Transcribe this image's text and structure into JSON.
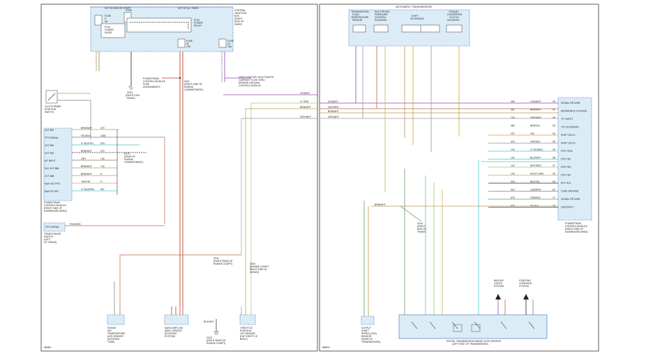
{
  "left": {
    "junction_block": "HOT IN RUN OR START",
    "junction_block_hot": "HOT AT ALL TIMES",
    "junction_label": [
      "CENTRAL",
      "JUNCTION",
      "BOX",
      "(RIGHT",
      "SIDE OF",
      "DASH)"
    ],
    "fuse1": [
      "FUSE",
      "9",
      "5A"
    ],
    "fuse2": [
      "FUSE",
      "9",
      "10A"
    ],
    "fuse3": [
      "FUSE",
      "32",
      "10A"
    ],
    "fuse4": [
      "FUSE",
      "43",
      "15A"
    ],
    "pcm_power_relay": [
      "PCM",
      "POWER",
      "RELAY"
    ],
    "pcm_power_diode": [
      "PCM",
      "POWER",
      "DIODE"
    ],
    "powertrain_note": [
      "POWERTRAIN",
      "CONTROL MODULE",
      "FUSE",
      "ASSIGNMENTS"
    ],
    "g201": [
      "G201",
      "(RIGHT KICK",
      "PANEL)"
    ],
    "splice_s101": [
      "S101",
      "(RIGHT SIDE OF",
      "ENGINE",
      "COMPARTMENT)"
    ],
    "vwht_note": [
      "VIEW COM FOR VIOLET/WHITE",
      "CURRENT FLOW THRU",
      "SENSOR GROUND",
      "CONTROL MODULE"
    ],
    "splice_s155": [
      "S155",
      "(REAR OF",
      "INTAKE",
      "MANIFOLD)"
    ],
    "clutch_switch": [
      "CLUTCH/PARK",
      "POSITION",
      "SWITCH"
    ],
    "pcm_label": [
      "POWERTRAIN",
      "CONTROL MODULE",
      "(RIGHT SIDE OF",
      "DASHBOARD AREA)"
    ],
    "pcm_pins": [
      {
        "name": "CKT 800",
        "wire": "BRN/WHT",
        "ckt": "370"
      },
      {
        "name": "TFT SENSOR",
        "wire": "YEL/BLK",
        "ckt": "1454"
      },
      {
        "name": "CKT 800",
        "wire": "LT BLU/YEL",
        "ckt": "923"
      },
      {
        "name": "CKT 800",
        "wire": "BRN/WHT",
        "ckt": "370"
      },
      {
        "name": "MT INPUT",
        "wire": "GRY",
        "ckt": "744"
      },
      {
        "name": "DIO CKT 888",
        "wire": "BRN/WHT",
        "ckt": "744"
      },
      {
        "name": "CKT 888",
        "wire": "BRN/WHT",
        "ckt": "5"
      },
      {
        "name": "MAP SIG PPS",
        "wire": "TAN/YEL",
        "ckt": "5"
      },
      {
        "name": "MAP FILTER",
        "wire": "LT BLU/RED",
        "ckt": "967"
      }
    ],
    "tps_label": "TPS SIGNAL",
    "tps_wire": "PNK/ORG",
    "trans_range": [
      "TRANS RANGE",
      "SWITCH",
      "(LEFT",
      "OF TRANS)"
    ],
    "splice_s241": [
      "S241",
      "(RIGHT REAR OF",
      "ENGINE COMPT)"
    ],
    "splice_s250": [
      "S250",
      "(ENGINE COMPT,",
      "RIGHT SIDE OF",
      "INTAKE)"
    ],
    "splice_s170": [
      "S170",
      "(REAR OF",
      "ENGINE",
      "COMPARTMENT)"
    ],
    "wire_labels_right": [
      "VIO/WHT",
      "LT GRN",
      "BRN/WHT",
      "GRY/WHT"
    ],
    "sensor_iat": [
      "INTAKE",
      "AIR",
      "TEMPERATURE",
      "(IAT) SENSOR",
      "(IN INTAKE",
      "TUBE)"
    ],
    "sensor_map": [
      "MASS AIRFLOW",
      "(MAF) SENSOR",
      "(IN INTAKE",
      "SYSTEM)"
    ],
    "sensor_tp": [
      "THROTTLE",
      "POSITION",
      "(TP) SENSOR",
      "(ON THROTTLE",
      "BODY)"
    ],
    "blk_wht": "BLK/WHT",
    "g102": [
      "G102",
      "(RIGHT REAR OF",
      "ENGINE COMPT)"
    ],
    "page_id": "5E6BS"
  },
  "right": {
    "title": "AUTOMATIC TRANSMISSION",
    "components": [
      [
        "TRANSMISSION",
        "FLUID",
        "TEMPERATURE",
        "SENSOR"
      ],
      [
        "ELECTRONIC",
        "PRESSURE",
        "CONTROL",
        "SOLENOID"
      ],
      [
        "SHIFT",
        "SOLENOIDS"
      ],
      [
        "TORQUE",
        "CONVERTER",
        "CLUTCH",
        "SOLENOID"
      ]
    ],
    "left_wires": [
      "VIO/WHT",
      "GRY/RED",
      "BRN/WHT",
      "GRY/WHT"
    ],
    "pcm_pins": [
      {
        "wire": "LGN/WHT",
        "ckt": "359",
        "pin": "90",
        "label": "SIGNAL RETURN"
      },
      {
        "wire": "BRN/WHT",
        "ckt": "351",
        "pin": "91",
        "label": "REFERENCE VOLTAGE"
      },
      {
        "wire": "GRY/WHT",
        "ckt": "743",
        "pin": "49",
        "label": "TFT INPUT"
      },
      {
        "wire": "BRN/YEL",
        "ckt": "480",
        "pin": "53",
        "label": "TCC SOLENOID"
      },
      {
        "wire": "YEL",
        "ckt": "237",
        "pin": "54",
        "label": "SHIFT SOL A"
      },
      {
        "wire": "GRY/BLK",
        "ckt": "315",
        "pin": "55",
        "label": "SHIFT SOL B"
      },
      {
        "wire": "LT BLU/BLK",
        "ckt": "140",
        "pin": "39",
        "label": "DTR TR1A"
      },
      {
        "wire": "BLU/WHT",
        "ckt": "141",
        "pin": "38",
        "label": "DTR TR2"
      },
      {
        "wire": "WHT/RED",
        "ckt": "142",
        "pin": "37",
        "label": "DTR TR3"
      },
      {
        "wire": "VIO/LT GRN",
        "ckt": "143",
        "pin": "46",
        "label": "DTR TR4"
      },
      {
        "wire": "BLK/YEL",
        "ckt": "925",
        "pin": "64",
        "label": "EPC SOL"
      },
      {
        "wire": "LGN/WHT",
        "ckt": "924",
        "pin": "82",
        "label": "CASE GROUND"
      },
      {
        "wire": "GRN/BLK",
        "ckt": "679",
        "pin": "71",
        "label": "SIGNAL RETURN"
      },
      {
        "wire": "DK BLU",
        "ckt": "679",
        "pin": "79",
        "label": "OSS INPUT"
      }
    ],
    "pcm_label": [
      "POWERTRAIN",
      "CONTROL MODULE",
      "(RIGHT SIDE OF",
      "DASHBOARD AREA)"
    ],
    "splice": [
      "S144",
      "(RIGHT",
      "SIDE OF",
      "TRANS)"
    ],
    "brn_wht": "BRN/WHT",
    "oss": [
      "OUTPUT",
      "SHAFT",
      "SPEED (OSS)",
      "SENSOR",
      "(REAR OF",
      "TRANSMISSION)"
    ],
    "backup": [
      "BACKUP",
      "LIGHTS",
      "SYSTEM"
    ],
    "starting": [
      "STARTING",
      "CHARGING",
      "SYSTEM"
    ],
    "dtr": [
      "DIGITAL TRANSMISSION RANGE (DTR) SENSOR",
      "(LEFT SIDE OF TRANSMISSION)"
    ],
    "page_id": "6B9ES"
  }
}
